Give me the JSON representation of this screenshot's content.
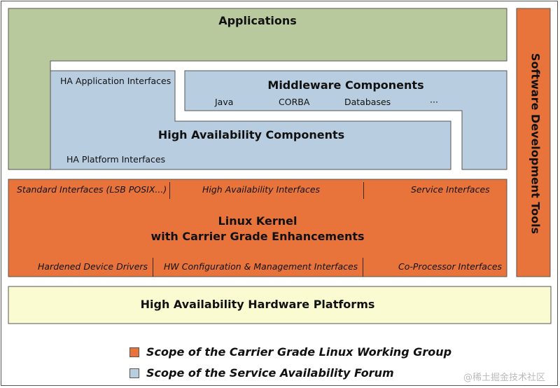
{
  "colors": {
    "applications": "#b9c99e",
    "sa_forum": "#b8cde0",
    "cgl": "#e8743b",
    "hardware": "#fbfbd2",
    "stroke": "#555555"
  },
  "applications": {
    "title": "Applications"
  },
  "ha": {
    "app_interfaces": "HA Application Interfaces",
    "title": "High Availability Components",
    "platform_interfaces": "HA Platform Interfaces"
  },
  "middleware": {
    "title": "Middleware Components",
    "items": [
      "Java",
      "CORBA",
      "Databases",
      "···"
    ]
  },
  "kernel": {
    "top_interfaces": [
      "Standard Interfaces (LSB POSIX...)",
      "High Availability Interfaces",
      "Service Interfaces"
    ],
    "title_line1": "Linux Kernel",
    "title_line2": "with Carrier Grade Enhancements",
    "bottom_interfaces": [
      "Hardened Device Drivers",
      "HW Configuration & Management Interfaces",
      "Co-Processor Interfaces"
    ]
  },
  "tools": {
    "title": "Software Development Tools"
  },
  "hardware": {
    "title": "High Availability Hardware Platforms"
  },
  "legend": {
    "items": [
      {
        "label": "Scope of the Carrier Grade Linux Working Group",
        "color": "#e8743b"
      },
      {
        "label": "Scope of the Service Availability Forum",
        "color": "#b8cde0"
      }
    ]
  },
  "watermark": "@稀土掘金技术社区"
}
